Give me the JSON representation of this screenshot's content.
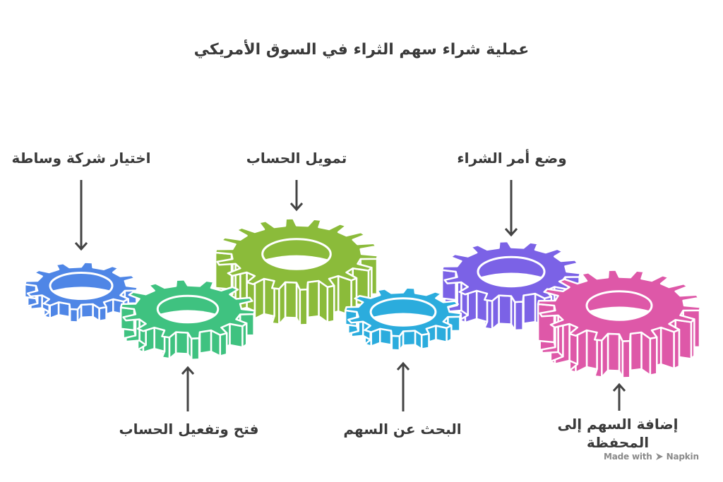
{
  "title": "عملية شراء سهم الثراء في السوق الأمريكي",
  "colors": {
    "text": "#3a3a3a",
    "arrow": "#444444",
    "gear_blue": "#4f86e6",
    "gear_green": "#3fc280",
    "gear_lime": "#8bbb3a",
    "gear_cyan": "#2bacdd",
    "gear_purple": "#7b62e6",
    "gear_pink": "#de58a8"
  },
  "steps": [
    {
      "order": 1,
      "label": "اختيار شركة وساطة",
      "position": "top",
      "gear_color": "blue"
    },
    {
      "order": 2,
      "label": "فتح وتفعيل الحساب",
      "position": "bottom",
      "gear_color": "green"
    },
    {
      "order": 3,
      "label": "تمويل الحساب",
      "position": "top",
      "gear_color": "lime"
    },
    {
      "order": 4,
      "label": "البحث عن السهم",
      "position": "bottom",
      "gear_color": "cyan"
    },
    {
      "order": 5,
      "label": "وضع أمر الشراء",
      "position": "top",
      "gear_color": "purple"
    },
    {
      "order": 6,
      "label": "إضافة السهم إلى المحفظة",
      "position": "bottom",
      "gear_color": "pink"
    }
  ],
  "footer": {
    "made_with": "Made with",
    "brand": "Napkin",
    "logo_icon": "napkin-logo-icon"
  }
}
